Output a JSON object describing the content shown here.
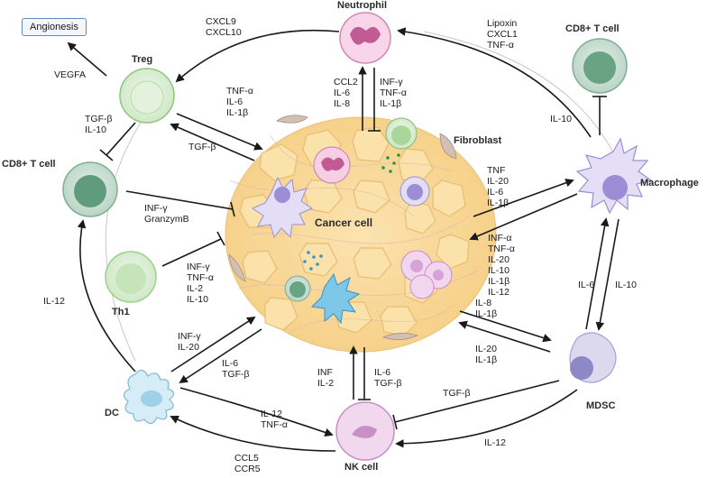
{
  "cells": {
    "neutrophil": "Neutrophil",
    "treg": "Treg",
    "cd8_left": "CD8+ T cell",
    "cd8_right": "CD8+ T cell",
    "th1": "Th1",
    "dc": "DC",
    "nk": "NK cell",
    "mdsc": "MDSC",
    "macrophage": "Macrophage",
    "fibroblast": "Fibroblast",
    "cancer": "Cancer cell"
  },
  "angionesis": "Angionesis",
  "labels": {
    "vegfa": "VEGFA",
    "cxcl9_10": "CXCL9\nCXCL10",
    "lipoxin": "Lipoxin\nCXCL1\nTNF-α",
    "treg_to_cd8": "TGF-β\nIL-10",
    "tnf_il6_il1b_treg": "TNF-α\nIL-6\nIL-1β",
    "tgfb_treg": "TGF-β",
    "ccl2": "CCL2\nIL-6\nIL-8",
    "infg_neut": "INF-γ\nTNF-α\nIL-1β",
    "il10_mac_cd8": "IL-10",
    "cd8_infg": "INF-γ\nGranzymB",
    "th1_cyto": "INF-γ\nTNF-α\nIL-2\nIL-10",
    "tnf_mac": "TNF\nIL-20\nIL-6\nIL-1β",
    "inf_mac_cyto": "INF-α\nTNF-α\nIL-20\nIL-10\nIL-1β\nIL-12",
    "il8_mdsc": "IL-8\nIL-1β",
    "il20_mdsc": "IL-20\nIL-1β",
    "il6_mdsc_mac": "IL-6",
    "il10_mac_mdsc": "IL-10",
    "il12_dc_cd8": "IL-12",
    "dc_infg": "INF-γ\nIL-20",
    "dc_il6": "IL-6\nTGF-β",
    "nk_inf": "INF\nIL-2",
    "nk_il6": "IL-6\nTGF-β",
    "mdsc_tgfb": "TGF-β",
    "dc_il12": "IL-12\nTNF-α",
    "nk_ccl5": "CCL5\nCCR5",
    "mdsc_il12": "IL-12"
  }
}
